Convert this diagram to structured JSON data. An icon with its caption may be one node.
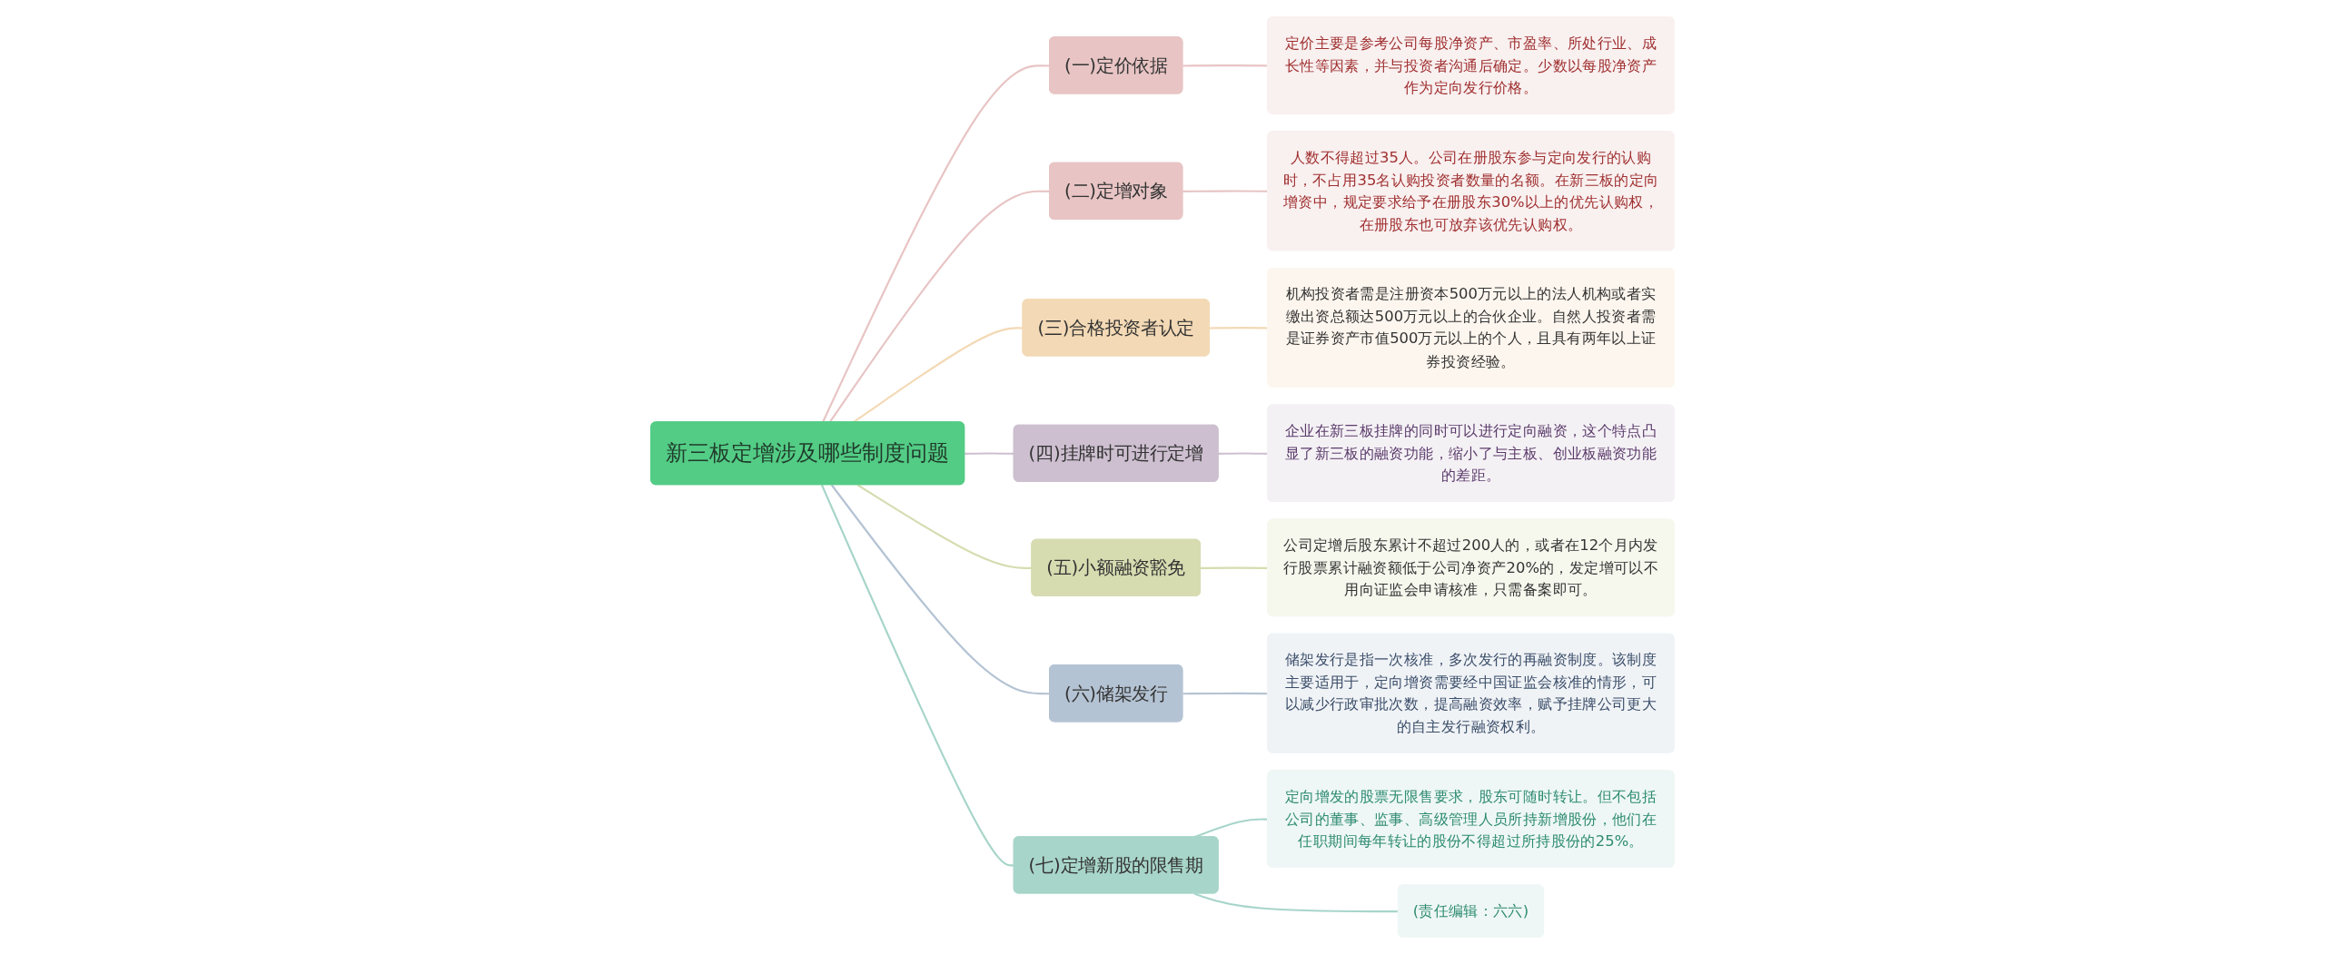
{
  "diagram": {
    "nodes": [
      {
        "text": [
          "新三板定增涉及哪些制度问题"
        ]
      },
      {
        "text": [
          "(一)定价依据"
        ]
      },
      {
        "text": [
          "定价主要是参考公司每股净资产、市盈率、所处行业、成长性等因素，并与投资者沟通后确定。少数以每股净资产作为定向发行价格。"
        ]
      },
      {
        "text": [
          "(二)定增对象"
        ]
      },
      {
        "text": [
          "人数不得超过35人。公司在册股东参与定向发行的认购时，不占用35名认购投资者数量的名额。在新三板的定向增资中，规定要求给予在册股东30%以上的优先认购权，在册股东也可放弃该优先认购权。"
        ]
      },
      {
        "text": [
          "(三)合格投资者认定"
        ]
      },
      {
        "text": [
          "机构投资者需是注册资本500万元以上的法人机构或者实缴出资总额达500万元以上的合伙企业。自然人投资者需是证券资产市值500万元以上的个人，且具有两年以上证券投资经验。"
        ]
      },
      {
        "text": [
          "(四)挂牌时可进行定增"
        ]
      },
      {
        "text": [
          "企业在新三板挂牌的同时可以进行定向融资，这个特点凸显了新三板的融资功能，缩小了与主板、创业板融资功能的差距。"
        ]
      },
      {
        "text": [
          "(五)小额融资豁免"
        ]
      },
      {
        "text": [
          "公司定增后股东累计不超过200人的，或者在12个月内发行股票累计融资额低于公司净资产20%的，发定增可以不用向证监会申请核准，只需备案即可。"
        ]
      },
      {
        "text": [
          "(六)储架发行"
        ]
      },
      {
        "text": [
          "储架发行是指一次核准，多次发行的再融资制度。该制度主要适用于，定向增资需要经中国证监会核准的情形，可以减少行政审批次数，提高融资效率，赋予挂牌公司更大的自主发行融资权利。"
        ]
      },
      {
        "text": [
          "(七)定增新股的限售期"
        ]
      },
      {
        "text": [
          "定向增发的股票无限售要求，股东可随时转让。但不包括公司的董事、监事、高级管理人员所持新增股份，他们在任职期间每年转让的股份不得超过所持股份的25%。"
        ]
      },
      {
        "text": [
          "(责任编辑：六六)"
        ]
      }
    ],
    "edges": [
      {
        "from": 0,
        "to": 1,
        "arrow": "none",
        "color": "#e8c4c4"
      },
      {
        "from": 1,
        "to": 2,
        "arrow": "none",
        "color": "#e8c4c4"
      },
      {
        "from": 0,
        "to": 3,
        "arrow": "none",
        "color": "#e8c4c4"
      },
      {
        "from": 3,
        "to": 4,
        "arrow": "none",
        "color": "#e8c4c4"
      },
      {
        "from": 0,
        "to": 5,
        "arrow": "none",
        "color": "#f3d9b5"
      },
      {
        "from": 5,
        "to": 6,
        "arrow": "none",
        "color": "#f3d9b5"
      },
      {
        "from": 0,
        "to": 7,
        "arrow": "none",
        "color": "#cdbfd0"
      },
      {
        "from": 7,
        "to": 8,
        "arrow": "none",
        "color": "#cdbfd0"
      },
      {
        "from": 0,
        "to": 9,
        "arrow": "none",
        "color": "#d6dcb0"
      },
      {
        "from": 9,
        "to": 10,
        "arrow": "none",
        "color": "#d6dcb0"
      },
      {
        "from": 0,
        "to": 11,
        "arrow": "none",
        "color": "#b4c3d3"
      },
      {
        "from": 11,
        "to": 12,
        "arrow": "none",
        "color": "#b4c3d3"
      },
      {
        "from": 0,
        "to": 13,
        "arrow": "none",
        "color": "#a8d5ca"
      },
      {
        "from": 13,
        "to": 14,
        "arrow": "none",
        "color": "#a8d5ca"
      },
      {
        "from": 13,
        "to": 15,
        "arrow": "none",
        "color": "#a8d5ca"
      }
    ]
  }
}
